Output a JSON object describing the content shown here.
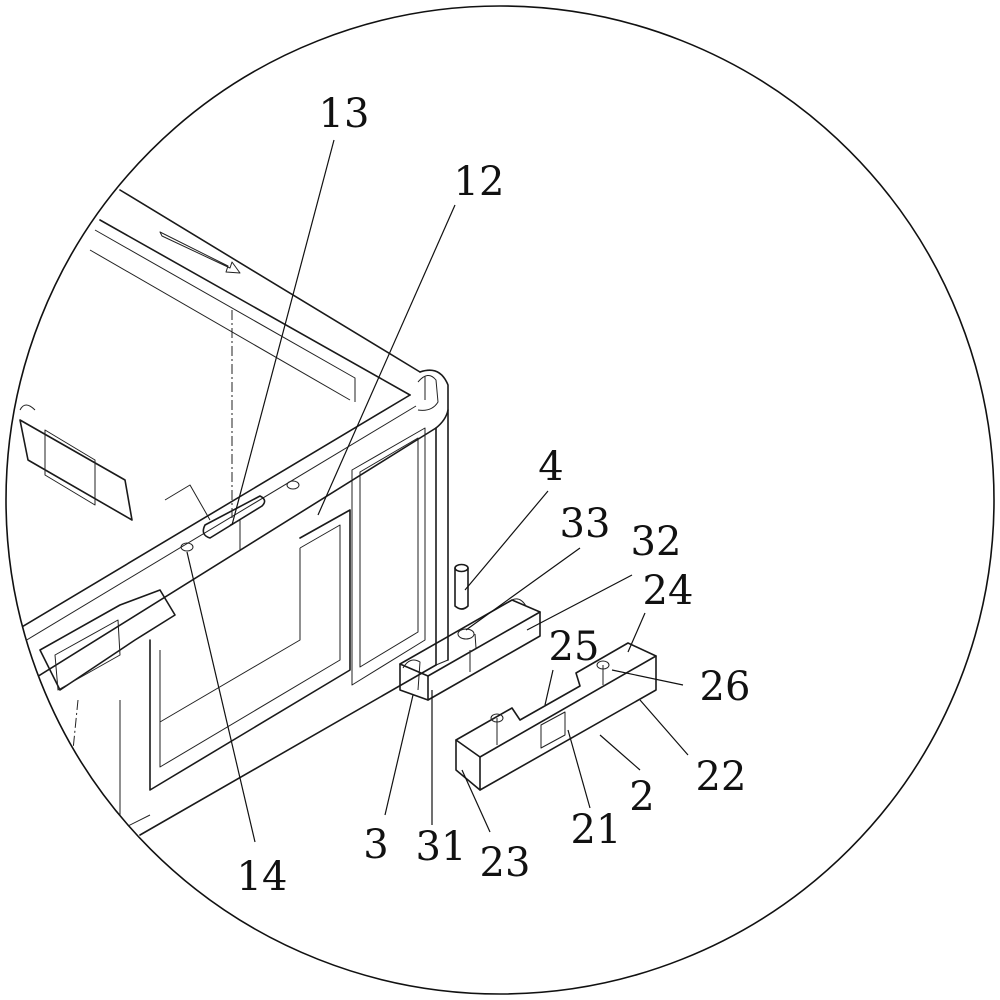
{
  "figure": {
    "labels": {
      "l13": "13",
      "l12": "12",
      "l4": "4",
      "l33": "33",
      "l32": "32",
      "l24": "24",
      "l25": "25",
      "l26": "26",
      "l22": "22",
      "l2": "2",
      "l21": "21",
      "l23": "23",
      "l31": "31",
      "l3": "3",
      "l14": "14"
    }
  }
}
